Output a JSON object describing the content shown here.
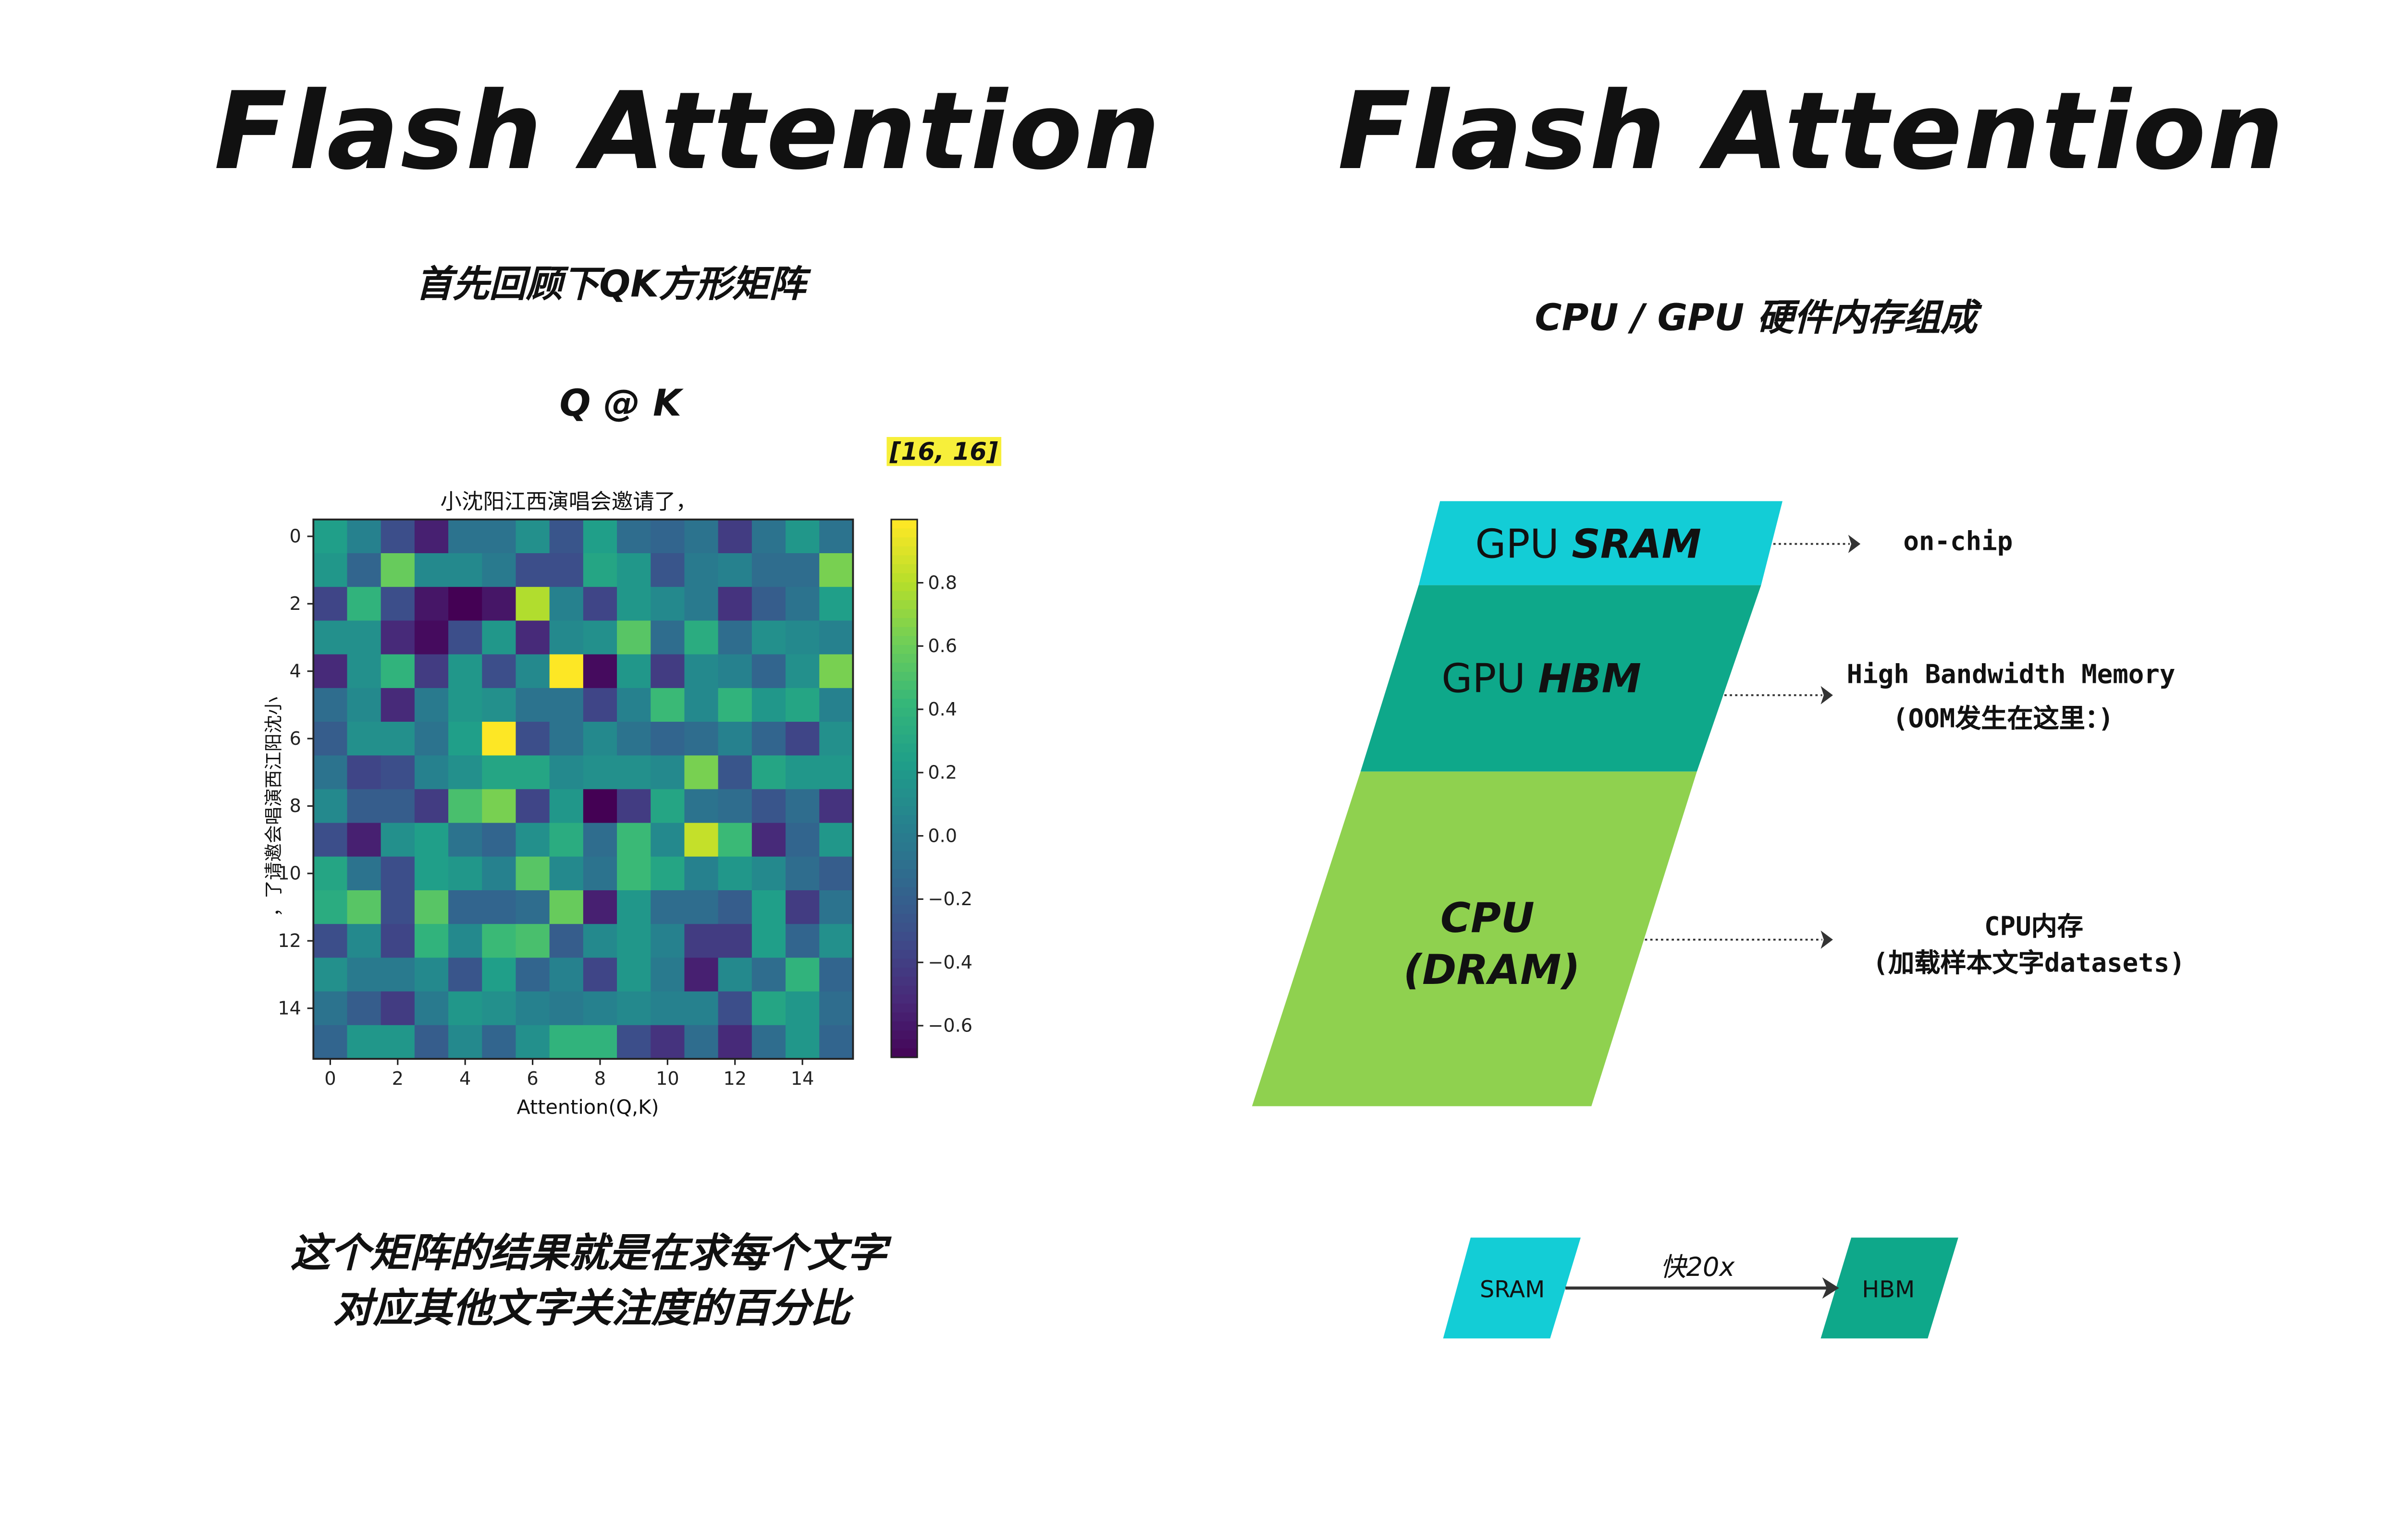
{
  "left": {
    "title": "Flash Attention",
    "subtitle": "首先回顾下QK方形矩阵",
    "formula": "Q @ K",
    "shape_badge": "[16, 16]",
    "caption_line1": "这个矩阵的结果就是在求每个文字",
    "caption_line2": "对应其他文字关注度的百分比"
  },
  "right": {
    "title": "Flash Attention",
    "subtitle": "CPU / GPU 硬件内存组成",
    "layers": [
      {
        "prefix": "GPU ",
        "name": "SRAM",
        "color": "#13cdd6",
        "note1": "on-chip",
        "note2": ""
      },
      {
        "prefix": "GPU ",
        "name": "HBM",
        "color": "#0ea88a",
        "note1": "High Bandwidth Memory",
        "note2": "(OOM发生在这里：)"
      },
      {
        "prefix": "",
        "name": "CPU",
        "name2": "(DRAM)",
        "color": "#8fd14f",
        "note1": "CPU内存",
        "note2": "(加载样本文字datasets)"
      }
    ],
    "speed": {
      "from": "SRAM",
      "to": "HBM",
      "label": "快20x",
      "from_color": "#13cdd6",
      "to_color": "#0ea88a"
    }
  },
  "chart_data": {
    "type": "heatmap",
    "title": "小沈阳江西演唱会邀请了，",
    "xlabel": "Attention(Q,K)",
    "ylabel": "，了请邀会唱演西江阳沈小",
    "x_ticks": [
      "0",
      "2",
      "4",
      "6",
      "8",
      "10",
      "12",
      "14"
    ],
    "y_ticks": [
      "0",
      "2",
      "4",
      "6",
      "8",
      "10",
      "12",
      "14"
    ],
    "colorbar_ticks": [
      "0.8",
      "0.6",
      "0.4",
      "0.2",
      "0.0",
      "−0.2",
      "−0.4",
      "−0.6"
    ],
    "colorbar_values": [
      0.8,
      0.6,
      0.4,
      0.2,
      0.0,
      -0.2,
      -0.4,
      -0.6
    ],
    "vmin": -0.7,
    "vmax": 1.0,
    "colormap": "viridis",
    "values": [
      [
        0.25,
        0.05,
        -0.3,
        -0.55,
        -0.05,
        -0.05,
        0.15,
        -0.25,
        0.25,
        -0.1,
        -0.15,
        -0.05,
        -0.4,
        -0.05,
        0.2,
        -0.05
      ],
      [
        0.2,
        -0.15,
        0.6,
        0.1,
        0.1,
        0.0,
        -0.3,
        -0.3,
        0.3,
        0.2,
        -0.25,
        0.0,
        0.05,
        -0.1,
        -0.1,
        0.65
      ],
      [
        -0.35,
        0.4,
        -0.3,
        -0.6,
        -0.7,
        -0.6,
        0.8,
        0.05,
        -0.35,
        0.2,
        0.1,
        0.0,
        -0.45,
        -0.2,
        -0.05,
        0.25
      ],
      [
        0.15,
        0.15,
        -0.5,
        -0.65,
        -0.3,
        0.2,
        -0.5,
        0.1,
        0.15,
        0.55,
        -0.1,
        0.35,
        -0.1,
        0.15,
        0.1,
        0.05
      ],
      [
        -0.5,
        0.15,
        0.4,
        -0.4,
        0.2,
        -0.3,
        0.1,
        1.0,
        -0.65,
        0.2,
        -0.4,
        0.1,
        0.05,
        -0.15,
        0.15,
        0.65
      ],
      [
        -0.1,
        0.1,
        -0.5,
        0.0,
        0.2,
        0.15,
        -0.05,
        -0.05,
        -0.35,
        0.05,
        0.45,
        0.1,
        0.4,
        0.2,
        0.3,
        0.05
      ],
      [
        -0.2,
        0.15,
        0.15,
        -0.05,
        0.25,
        1.0,
        -0.3,
        -0.05,
        0.1,
        -0.05,
        -0.15,
        -0.1,
        0.05,
        -0.15,
        -0.35,
        0.15
      ],
      [
        -0.05,
        -0.35,
        -0.3,
        0.05,
        0.15,
        0.3,
        0.3,
        0.1,
        0.15,
        0.15,
        0.1,
        0.65,
        -0.25,
        0.3,
        0.2,
        0.2
      ],
      [
        0.1,
        -0.2,
        -0.2,
        -0.4,
        0.5,
        0.65,
        -0.35,
        0.2,
        -0.7,
        -0.4,
        0.3,
        -0.05,
        -0.1,
        -0.25,
        -0.1,
        -0.45
      ],
      [
        -0.3,
        -0.55,
        0.15,
        0.25,
        -0.05,
        -0.15,
        0.15,
        0.35,
        -0.1,
        0.45,
        0.1,
        0.85,
        0.45,
        -0.5,
        -0.15,
        0.2
      ],
      [
        0.3,
        -0.05,
        -0.3,
        0.25,
        0.2,
        0.05,
        0.55,
        0.1,
        -0.05,
        0.45,
        0.3,
        0.05,
        0.2,
        0.1,
        -0.1,
        -0.2
      ],
      [
        0.35,
        0.55,
        -0.3,
        0.55,
        -0.15,
        -0.15,
        -0.1,
        0.6,
        -0.55,
        0.2,
        -0.1,
        -0.1,
        -0.2,
        0.25,
        -0.4,
        -0.05
      ],
      [
        -0.3,
        0.1,
        -0.35,
        0.4,
        0.1,
        0.45,
        0.5,
        -0.2,
        0.1,
        0.2,
        0.05,
        -0.4,
        -0.4,
        0.25,
        -0.15,
        0.15
      ],
      [
        0.15,
        0.0,
        0.0,
        0.1,
        -0.25,
        0.25,
        -0.15,
        0.05,
        -0.35,
        0.2,
        0.0,
        -0.55,
        0.1,
        -0.1,
        0.4,
        -0.15
      ],
      [
        -0.05,
        -0.2,
        -0.4,
        0.0,
        0.2,
        0.15,
        0.05,
        0.0,
        0.05,
        0.1,
        0.05,
        0.05,
        -0.3,
        0.3,
        0.2,
        -0.1
      ],
      [
        -0.15,
        0.2,
        0.2,
        -0.2,
        0.1,
        -0.15,
        0.15,
        0.4,
        0.4,
        -0.3,
        -0.45,
        -0.1,
        -0.5,
        -0.1,
        0.2,
        -0.15
      ]
    ]
  }
}
